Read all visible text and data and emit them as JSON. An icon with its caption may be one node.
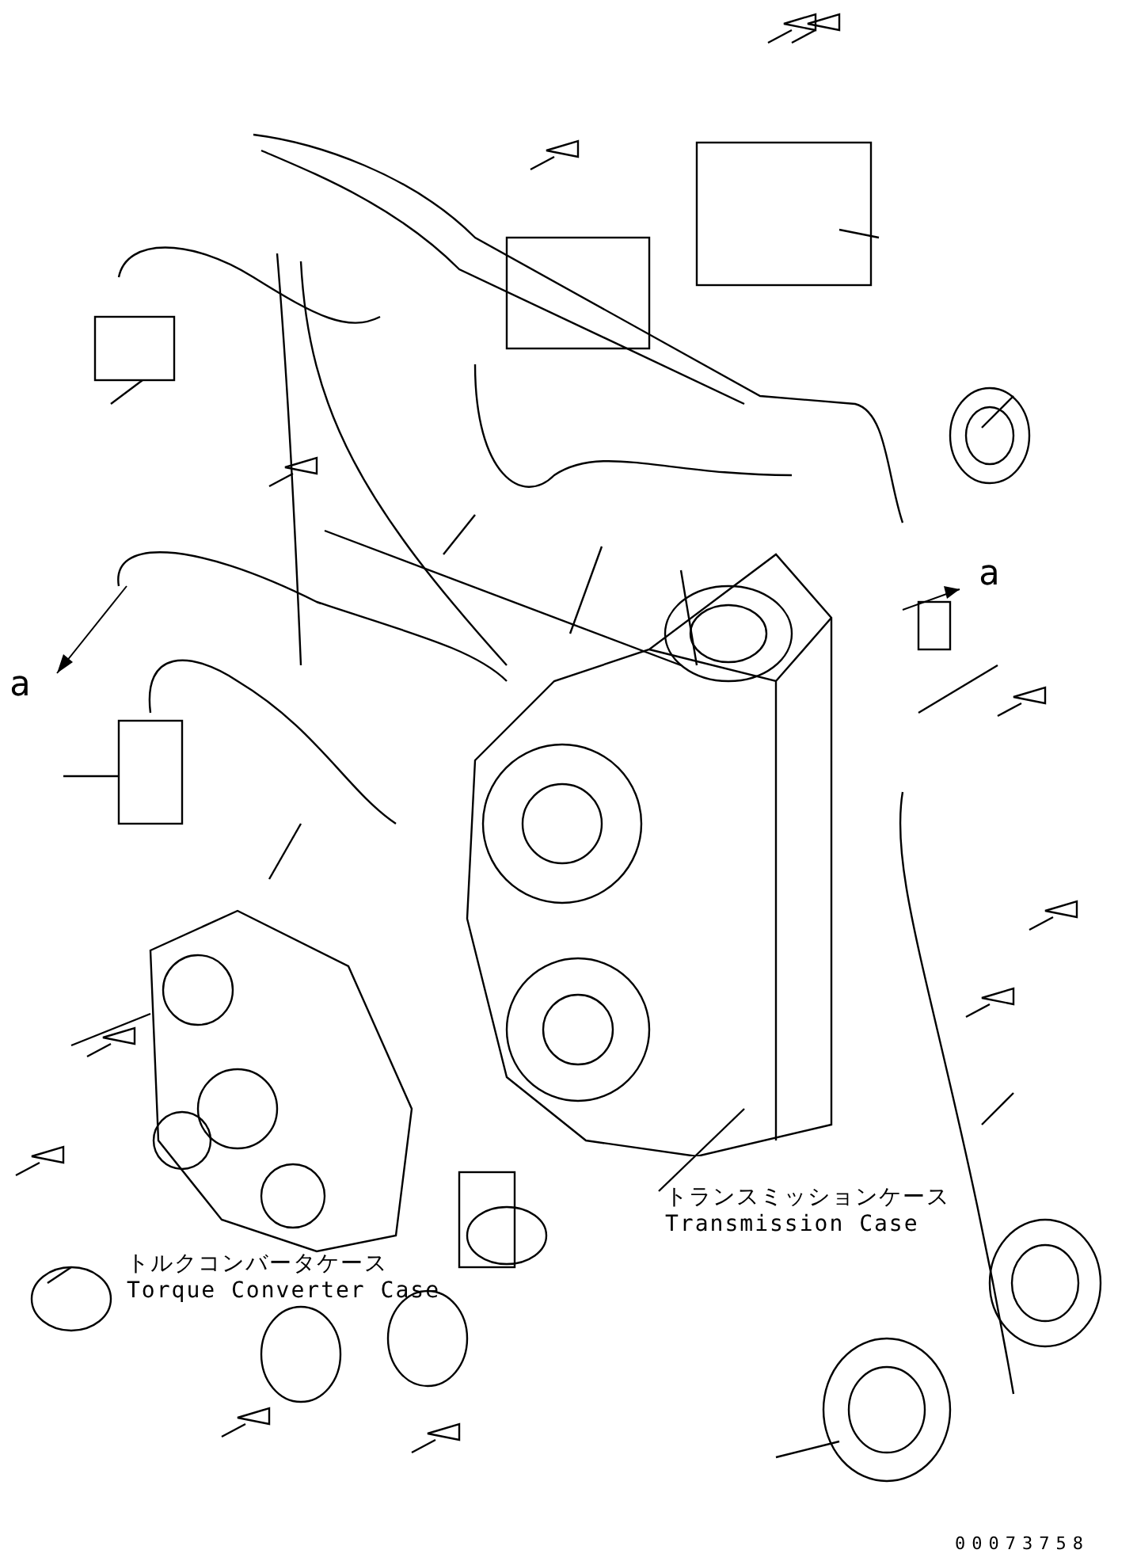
{
  "diagram": {
    "nodes": [
      {
        "text": [
          "トランスミッションケース",
          "Transmission Case"
        ]
      },
      {
        "text": [],
        "shape": "picture"
      },
      {
        "text": [
          "トルクコンバータケース",
          "Torque Converter Case"
        ]
      }
    ],
    "edges": [
      {
        "from": 0,
        "to": 1,
        "arrow": "none"
      }
    ],
    "labels": [
      "a",
      "a",
      "00073758"
    ]
  }
}
